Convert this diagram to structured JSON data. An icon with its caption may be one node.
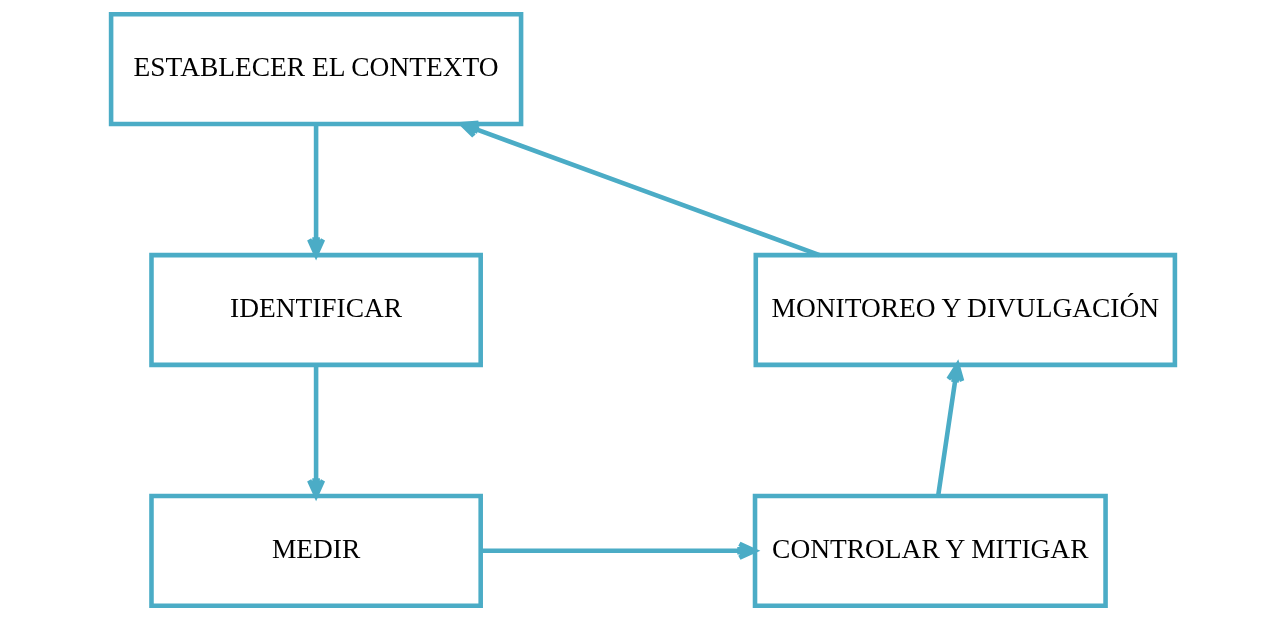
{
  "diagram": {
    "nodes": [
      {
        "text": [
          "ESTABLECER EL CONTEXTO"
        ]
      },
      {
        "text": [
          "IDENTIFICAR"
        ]
      },
      {
        "text": [
          "MEDIR"
        ]
      },
      {
        "text": [
          "CONTROLAR Y MITIGAR"
        ]
      },
      {
        "text": [
          "MONITOREO Y DIVULGACIÓN"
        ]
      }
    ],
    "edges": [
      {
        "from": 0,
        "to": 1,
        "arrow": "to"
      },
      {
        "from": 1,
        "to": 2,
        "arrow": "to"
      },
      {
        "from": 2,
        "to": 3,
        "arrow": "to"
      },
      {
        "from": 3,
        "to": 4,
        "arrow": "to"
      },
      {
        "from": 4,
        "to": 0,
        "arrow": "to"
      }
    ]
  }
}
